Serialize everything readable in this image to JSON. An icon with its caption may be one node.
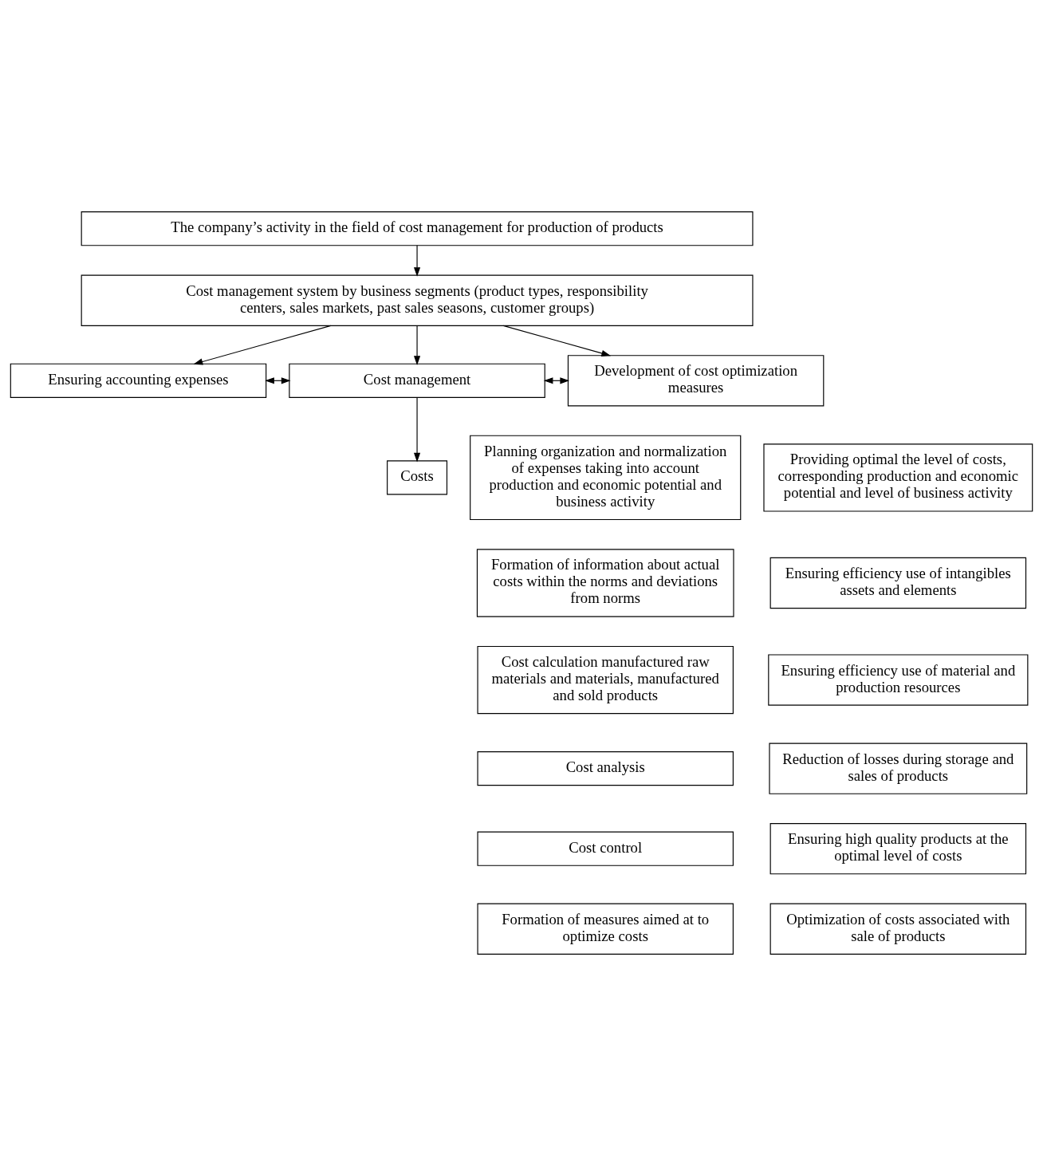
{
  "diagram": {
    "nodes": [
      {
        "text": [
          "The company’s activity in the field of cost management for production of products"
        ]
      },
      {
        "text": [
          "Cost management system by business segments (product types, responsibility centers, sales markets, past sales seasons, customer groups)"
        ]
      },
      {
        "text": [
          "Ensuring accounting expenses"
        ]
      },
      {
        "text": [
          "Cost management"
        ]
      },
      {
        "text": [
          "Development of cost optimization measures"
        ]
      },
      {
        "text": [
          "Costs"
        ]
      },
      {
        "text": [
          "Planning organization and normalization of expenses taking into account production and economic potential and business activity"
        ]
      },
      {
        "text": [
          "Formation of information about actual costs within the norms and deviations from norms"
        ]
      },
      {
        "text": [
          "Cost calculation manufactured raw materials and materials, manufactured and sold products"
        ]
      },
      {
        "text": [
          "Cost analysis"
        ]
      },
      {
        "text": [
          "Cost control"
        ]
      },
      {
        "text": [
          "Formation of measures aimed at to optimize costs"
        ]
      },
      {
        "text": [
          "Providing optimal the level of costs, corresponding production and economic potential and level of business activity"
        ]
      },
      {
        "text": [
          "Ensuring efficiency use of intangibles assets and elements"
        ]
      },
      {
        "text": [
          "Ensuring efficiency use of material and production resources"
        ]
      },
      {
        "text": [
          "Reduction of losses during storage and sales of products"
        ]
      },
      {
        "text": [
          "Ensuring high quality products at the optimal level of costs"
        ]
      },
      {
        "text": [
          "Optimization of costs associated with sale of products"
        ]
      }
    ],
    "edges": [
      {
        "from": 0,
        "to": 1,
        "arrow": "to"
      },
      {
        "from": 1,
        "to": 2,
        "arrow": "to"
      },
      {
        "from": 1,
        "to": 3,
        "arrow": "to"
      },
      {
        "from": 1,
        "to": 4,
        "arrow": "to"
      },
      {
        "from": 2,
        "to": 3,
        "arrow": "both"
      },
      {
        "from": 3,
        "to": 4,
        "arrow": "both"
      },
      {
        "from": 3,
        "to": 5,
        "arrow": "to"
      }
    ]
  }
}
